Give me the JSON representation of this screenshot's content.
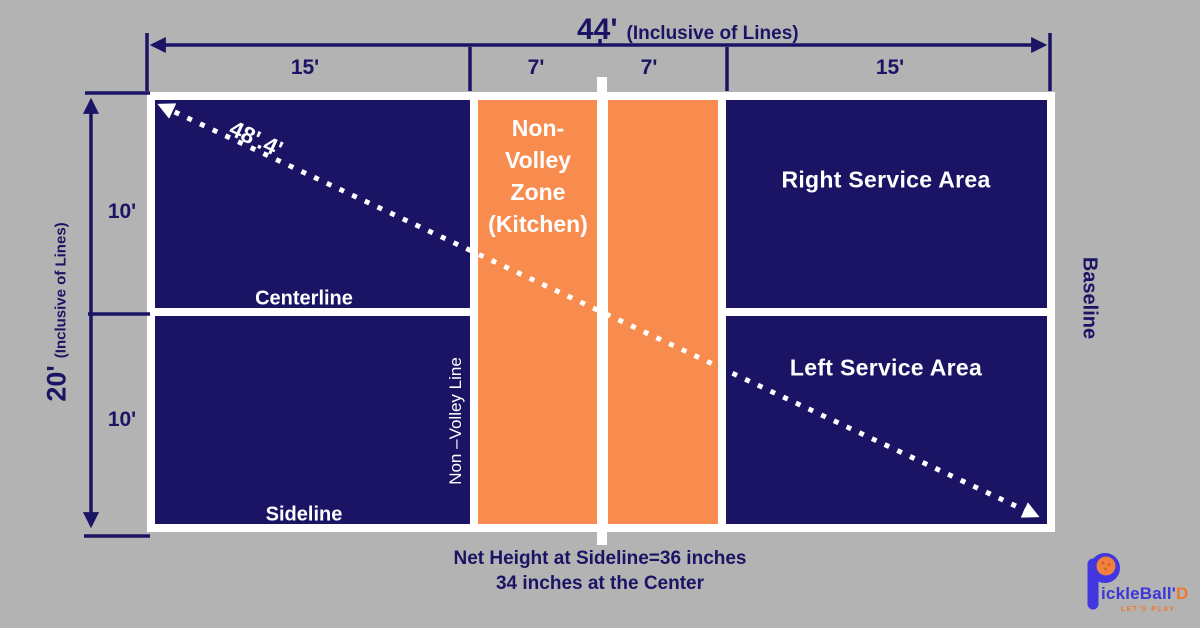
{
  "colors": {
    "background": "#b3b3b3",
    "court_navy": "#1b1464",
    "kitchen_orange": "#f78c4e",
    "line_white": "#ffffff",
    "logo_blue": "#3d35d6",
    "logo_orange": "#f0772e"
  },
  "top_dimension": {
    "main": "44'",
    "sub": "(Inclusive of Lines)",
    "segments": [
      "15'",
      "7'",
      "7'",
      "15'"
    ]
  },
  "left_dimension": {
    "main": "20'",
    "sub": "(Inclusive of Lines)",
    "segments": [
      "10'",
      "10'"
    ]
  },
  "court": {
    "kitchen": {
      "lines": [
        "Non-",
        "Volley",
        "Zone",
        "(Kitchen)"
      ]
    },
    "right_service": "Right Service Area",
    "left_service": "Left Service Area",
    "centerline": "Centerline",
    "sideline": "Sideline",
    "non_volley_line": "Non –Volley Line",
    "baseline": "Baseline",
    "diagonal": "48'.4'"
  },
  "footer": {
    "line1": "Net Height at Sideline=36 inches",
    "line2": "34 inches at the Center"
  },
  "logo": {
    "name_blue": "ickleBall'",
    "name_orange": "D",
    "tagline": "LET'S PLAY"
  }
}
